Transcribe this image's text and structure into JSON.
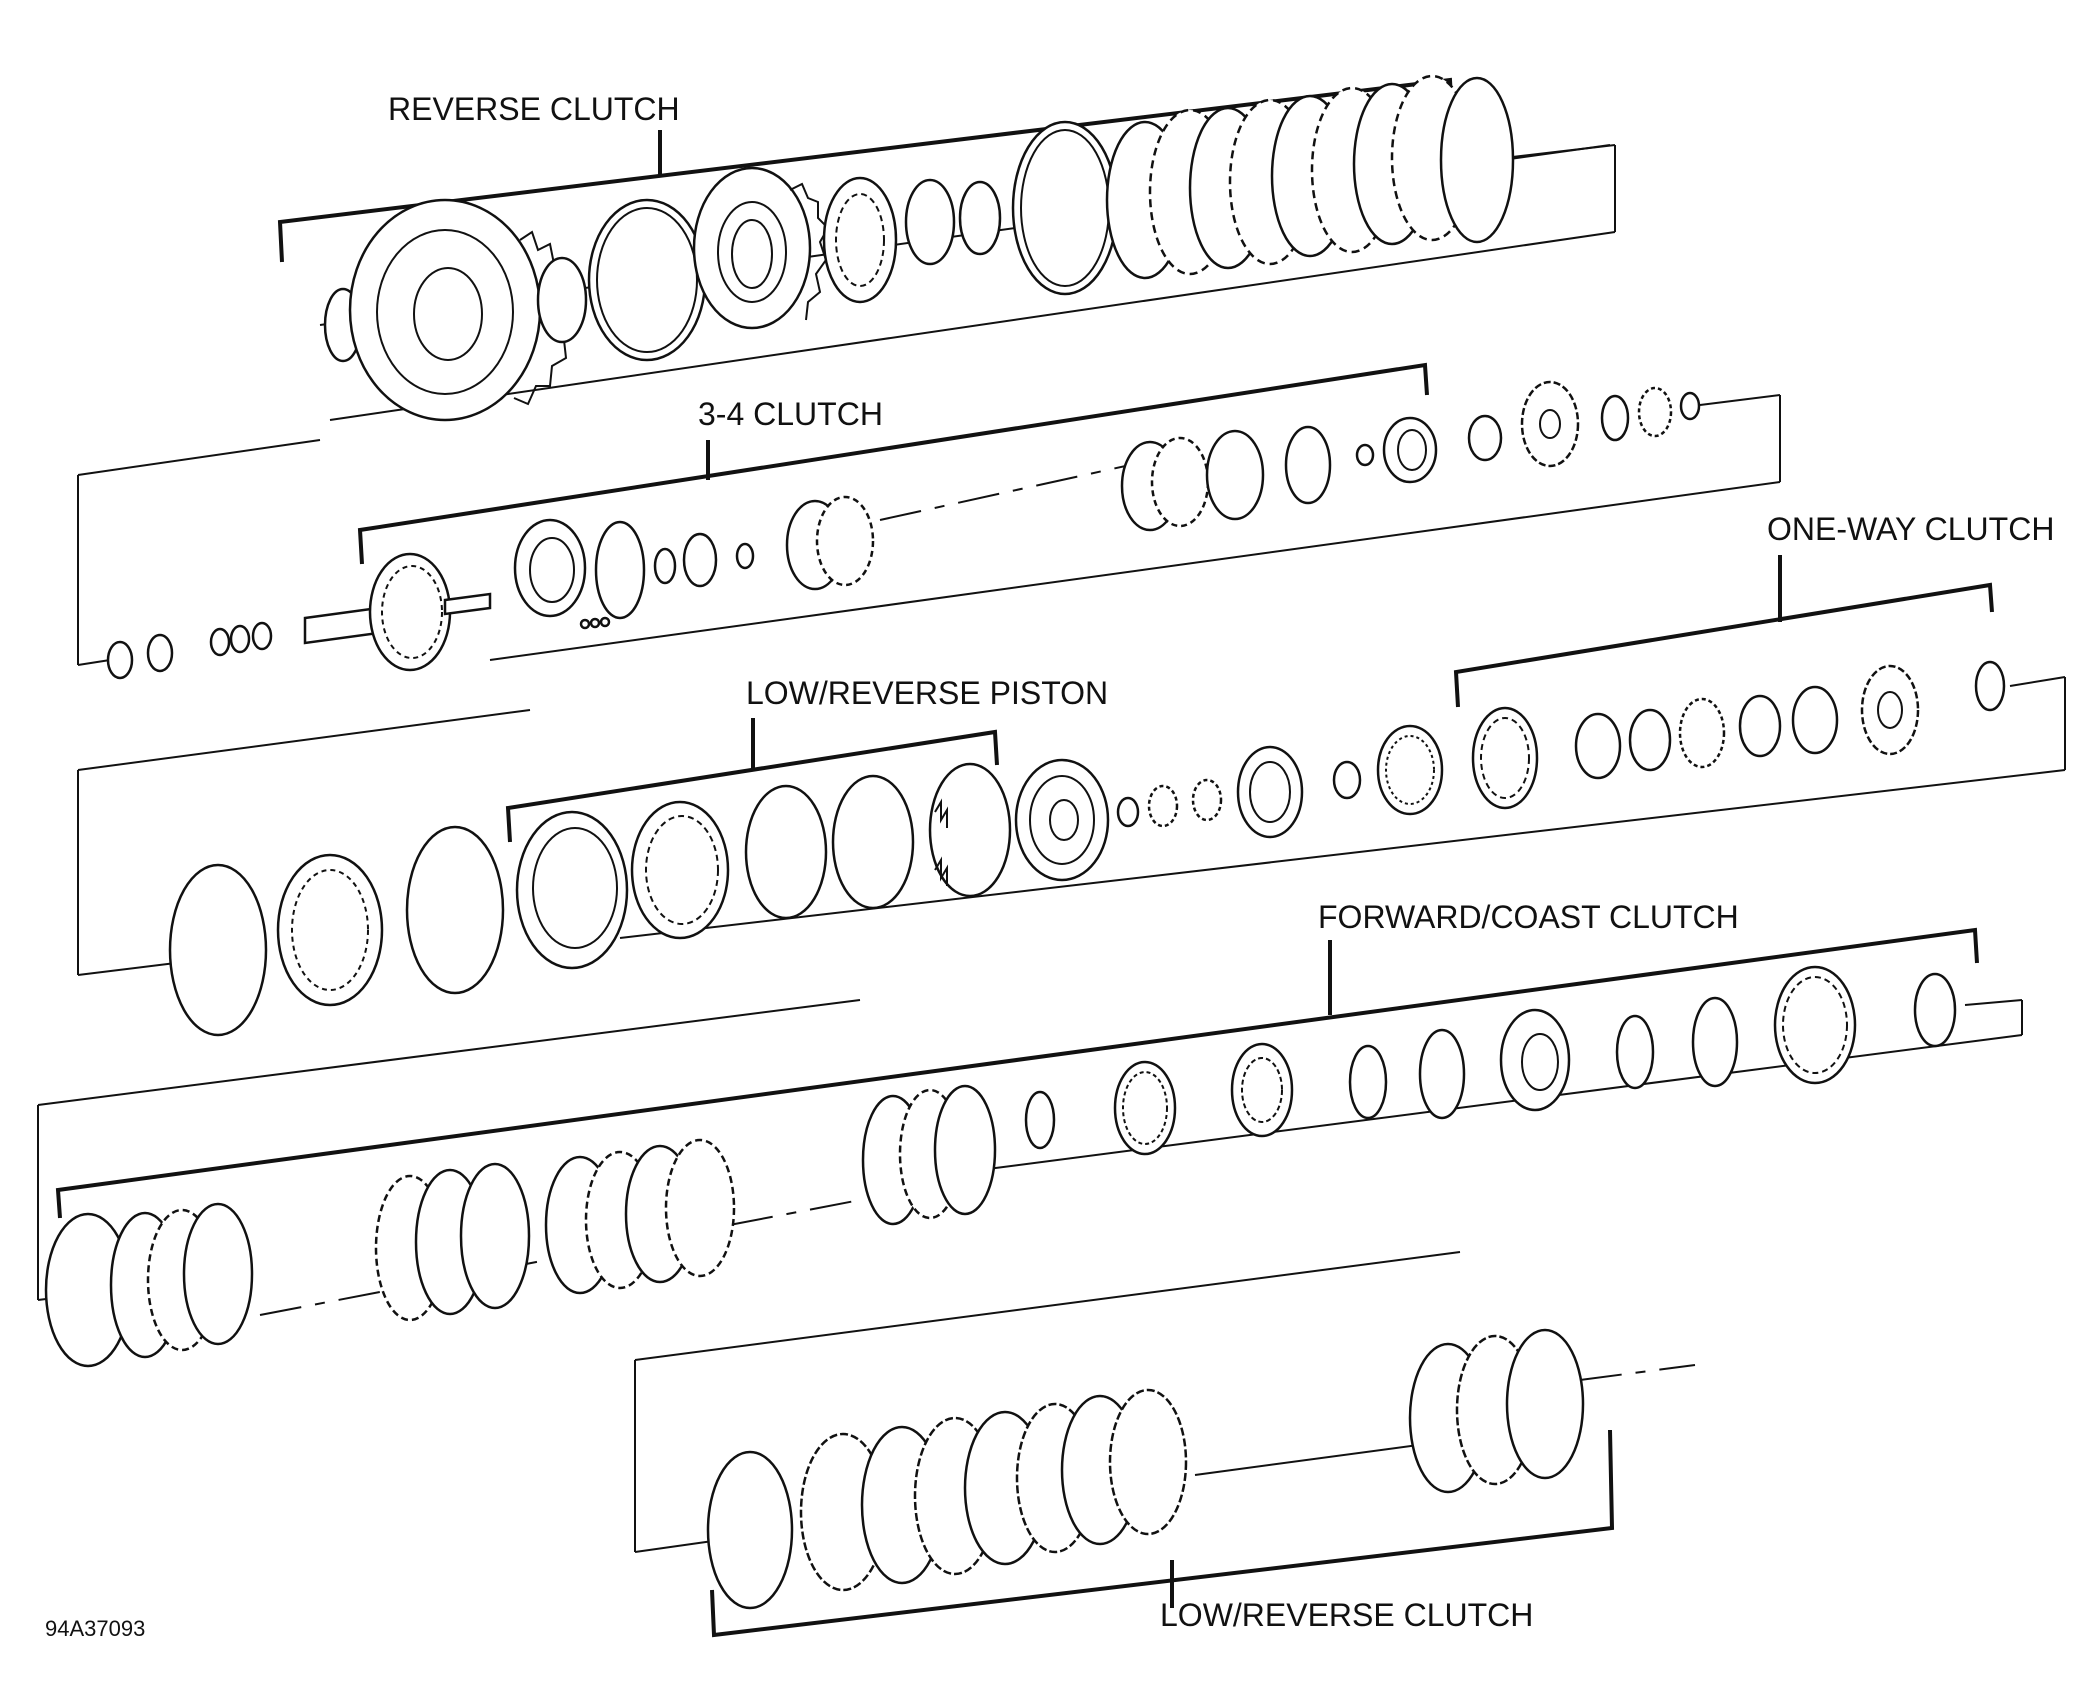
{
  "labels": {
    "reverse_clutch": "REVERSE CLUTCH",
    "three_four_clutch": "3-4 CLUTCH",
    "one_way_clutch": "ONE-WAY CLUTCH",
    "low_reverse_piston": "LOW/REVERSE PISTON",
    "forward_coast_clutch": "FORWARD/COAST CLUTCH",
    "low_reverse_clutch": "LOW/REVERSE CLUTCH",
    "figure_id": "94A37093"
  },
  "colors": {
    "line": "#111111",
    "background": "#ffffff"
  }
}
